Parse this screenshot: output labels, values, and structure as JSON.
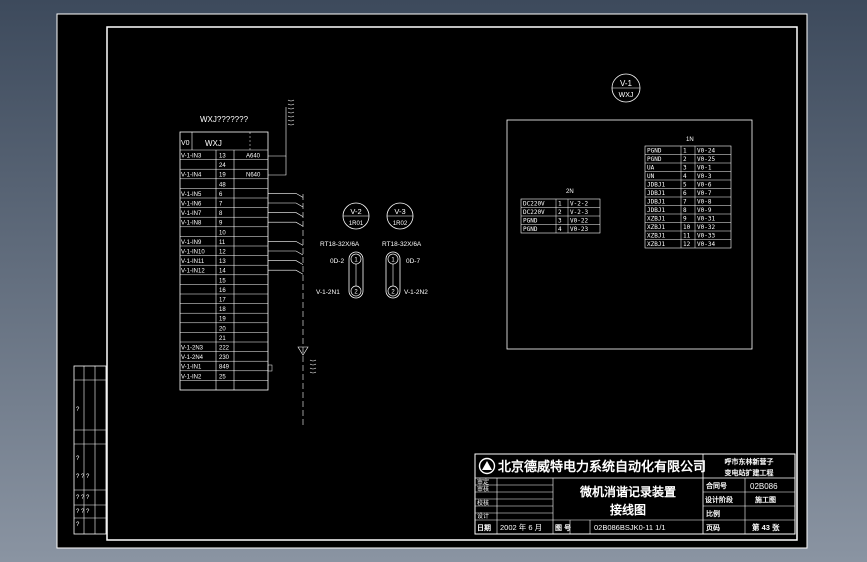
{
  "wxj_block": {
    "title": "WXJ???????",
    "header": [
      "V0",
      "WXJ"
    ],
    "rows": [
      {
        "label": "V-1-IN3",
        "num": "13",
        "extra": "A640"
      },
      {
        "label": "",
        "num": "24",
        "extra": ""
      },
      {
        "label": "V-1-IN4",
        "num": "19",
        "extra": "N640"
      },
      {
        "label": "",
        "num": "48",
        "extra": ""
      },
      {
        "label": "V-1-IN5",
        "num": "6",
        "extra": ""
      },
      {
        "label": "V-1-IN6",
        "num": "7",
        "extra": ""
      },
      {
        "label": "V-1-IN7",
        "num": "8",
        "extra": ""
      },
      {
        "label": "V-1-IN8",
        "num": "9",
        "extra": ""
      },
      {
        "label": "",
        "num": "10",
        "extra": ""
      },
      {
        "label": "V-1-IN9",
        "num": "11",
        "extra": ""
      },
      {
        "label": "V-1-IN10",
        "num": "12",
        "extra": ""
      },
      {
        "label": "V-1-IN11",
        "num": "13",
        "extra": ""
      },
      {
        "label": "V-1-IN12",
        "num": "14",
        "extra": ""
      },
      {
        "label": "",
        "num": "15",
        "extra": ""
      },
      {
        "label": "",
        "num": "16",
        "extra": ""
      },
      {
        "label": "",
        "num": "17",
        "extra": ""
      },
      {
        "label": "",
        "num": "18",
        "extra": ""
      },
      {
        "label": "",
        "num": "19",
        "extra": ""
      },
      {
        "label": "",
        "num": "20",
        "extra": ""
      },
      {
        "label": "",
        "num": "21",
        "extra": ""
      },
      {
        "label": "V-1-2N3",
        "num": "222",
        "extra": ""
      },
      {
        "label": "V-1-2N4",
        "num": "230",
        "extra": ""
      },
      {
        "label": "V-1-IN1",
        "num": "849",
        "extra": ""
      },
      {
        "label": "V-1-IN2",
        "num": "25",
        "extra": ""
      }
    ]
  },
  "circles": {
    "v2": {
      "top": "V-2",
      "bottom": "1R01"
    },
    "v3": {
      "top": "V-3",
      "bottom": "1R02"
    },
    "v1": {
      "top": "V-1",
      "bottom": "WXJ"
    }
  },
  "fuses": {
    "left_spec": "RT18-32X/6A",
    "right_spec": "RT18-32X/6A",
    "left_id": "0D-2",
    "right_id": "0D-7",
    "left_terminal": "V-1-2N1",
    "right_terminal": "V-1-2N2",
    "pins": [
      "1",
      "2"
    ]
  },
  "panel": {
    "table_2n": {
      "title": "2N",
      "rows": [
        [
          "DC220V",
          "1",
          "V-2-2"
        ],
        [
          "DC220V",
          "2",
          "V-2-3"
        ],
        [
          "PGND",
          "3",
          "V0-22"
        ],
        [
          "PGND",
          "4",
          "V0-23"
        ]
      ]
    },
    "table_1n": {
      "title": "1N",
      "rows": [
        [
          "PGND",
          "1",
          "V0-24"
        ],
        [
          "PGND",
          "2",
          "V0-25"
        ],
        [
          "UA",
          "3",
          "V0-1"
        ],
        [
          "UN",
          "4",
          "V0-3"
        ],
        [
          "JDBJ1",
          "5",
          "V0-6"
        ],
        [
          "JDBJ1",
          "6",
          "V0-7"
        ],
        [
          "JDBJ1",
          "7",
          "V0-8"
        ],
        [
          "JDBJ1",
          "8",
          "V0-9"
        ],
        [
          "XZBJ1",
          "9",
          "V0-31"
        ],
        [
          "XZBJ1",
          "10",
          "V0-32"
        ],
        [
          "XZBJ1",
          "11",
          "V0-33"
        ],
        [
          "XZBJ1",
          "12",
          "V0-34"
        ]
      ]
    }
  },
  "title_block": {
    "company": "北京德威特电力系统自动化有限公司",
    "project_line1": "呼市东林新营子",
    "project_line2": "变电站扩建工程",
    "drawing_title_line1": "微机消谐记录装置",
    "drawing_title_line2": "接线图",
    "left_labels": [
      "审定",
      "审核",
      "校核",
      "设计"
    ],
    "contract_label": "合同号",
    "contract_value": "02B086",
    "stage_label": "设计阶段",
    "stage_value": "施工图",
    "scale_label": "比例",
    "page_label": "页码",
    "page_value": "第 43 张",
    "date_label": "日期",
    "date_value": "2002 年 6 月",
    "drawing_no_label": "图 号",
    "drawing_no_value": "02B086BSJK0-11 1/1"
  },
  "side_strip": {
    "marks": [
      "?",
      "?",
      "?",
      "? ? ?",
      "? ? ?",
      "? ? ?"
    ]
  }
}
